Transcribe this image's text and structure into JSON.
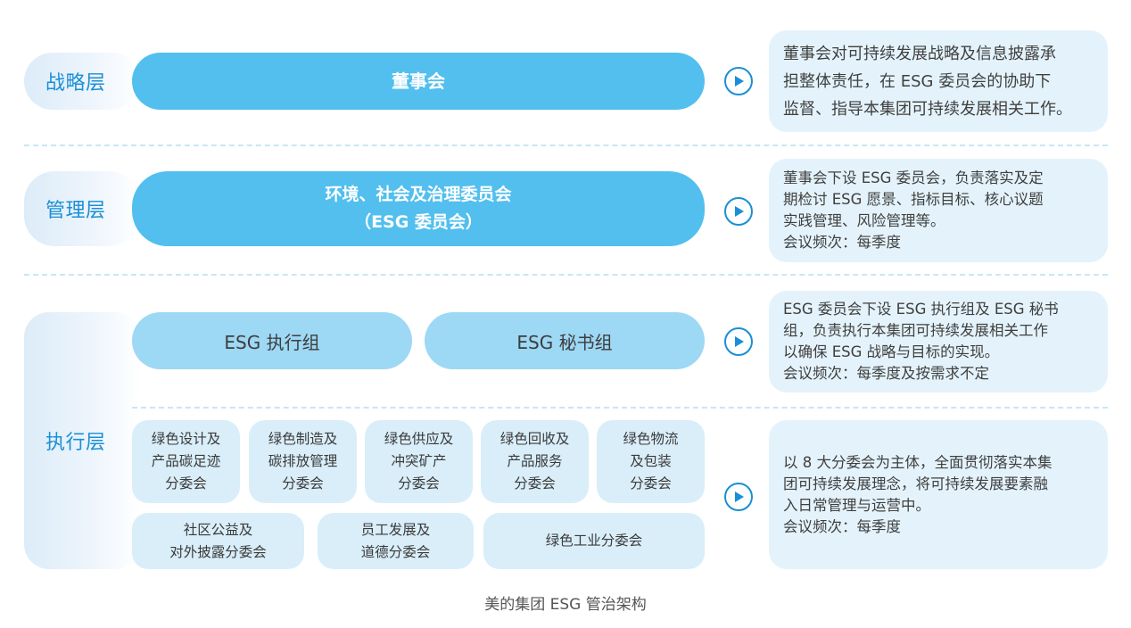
{
  "colors": {
    "accent": "#1a8fd6",
    "pill_dark": "#52bfee",
    "pill_mid": "#9dd8f5",
    "subcommittee_bg": "#d9eef9",
    "description_bg": "#e4f3fb",
    "divider": "#c8e6f5"
  },
  "layers": {
    "strategy": {
      "label": "战略层",
      "body": "董事会",
      "description": [
        "董事会对可持续发展战略及信息披露承",
        "担整体责任，在 ESG 委员会的协助下",
        "监督、指导本集团可持续发展相关工作。"
      ]
    },
    "management": {
      "label": "管理层",
      "body_line1": "环境、社会及治理委员会",
      "body_line2": "（ESG 委员会）",
      "description": [
        "董事会下设 ESG 委员会，负责落实及定",
        "期检讨 ESG 愿景、指标目标、核心议题",
        "实践管理、风险管理等。",
        "会议频次：每季度"
      ]
    },
    "execution": {
      "label": "执行层",
      "groups": [
        "ESG 执行组",
        "ESG 秘书组"
      ],
      "groups_description": [
        "ESG 委员会下设 ESG 执行组及 ESG 秘书",
        "组，负责执行本集团可持续发展相关工作",
        "以确保 ESG 战略与目标的实现。",
        "会议频次：每季度及按需求不定"
      ],
      "subcommittees": [
        {
          "lines": [
            "绿色设计及",
            "产品碳足迹",
            "分委会"
          ]
        },
        {
          "lines": [
            "绿色制造及",
            "碳排放管理",
            "分委会"
          ]
        },
        {
          "lines": [
            "绿色供应及",
            "冲突矿产",
            "分委会"
          ]
        },
        {
          "lines": [
            "绿色回收及",
            "产品服务",
            "分委会"
          ]
        },
        {
          "lines": [
            "绿色物流",
            "及包装",
            "分委会"
          ]
        },
        {
          "lines": [
            "社区公益及",
            "对外披露分委会"
          ]
        },
        {
          "lines": [
            "员工发展及",
            "道德分委会"
          ]
        },
        {
          "lines": [
            "绿色工业分委会"
          ]
        }
      ],
      "subcommittees_description": [
        "以 8 大分委会为主体，全面贯彻落实本集",
        "团可持续发展理念，将可持续发展要素融",
        "入日常管理与运营中。",
        "会议频次：每季度"
      ]
    }
  },
  "icons": {
    "arrow": "play-circle-icon"
  },
  "caption": "美的集团 ESG 管治架构"
}
